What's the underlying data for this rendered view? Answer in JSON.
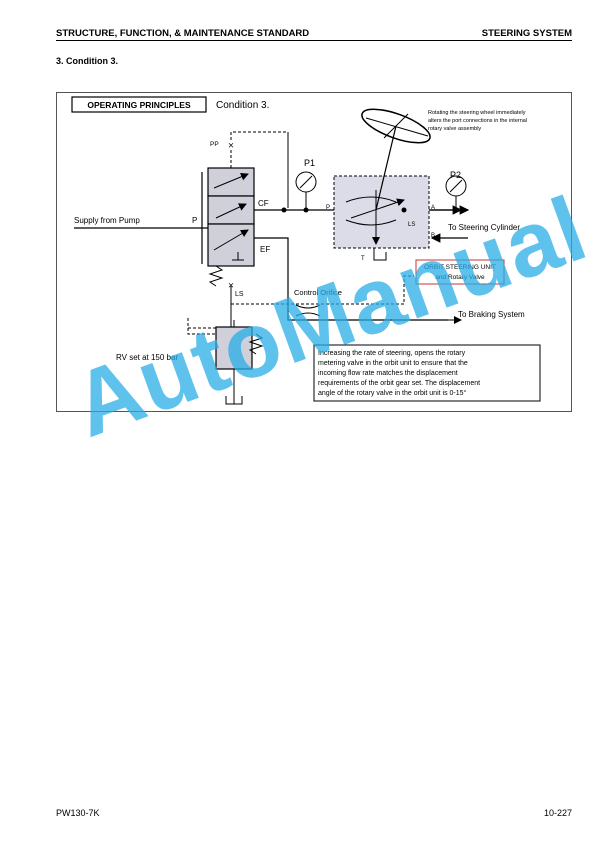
{
  "header": {
    "left": "STRUCTURE, FUNCTION, & MAINTENANCE STANDARD",
    "right": "STEERING SYSTEM"
  },
  "section_title": "3. Condition 3.",
  "figure": {
    "badge": "OPERATING PRINCIPLES",
    "condition": "Condition 3.",
    "labels": {
      "pp": "PP",
      "p1": "P1",
      "p2": "P2",
      "cf": "CF",
      "ef": "EF",
      "ls": "LS",
      "p": "P",
      "supply": "Supply from Pump",
      "control_orifice": "Control Orifice",
      "rv": "RV set at 150 bar",
      "to_steering": "To Steering Cylinder",
      "to_braking": "To Braking System",
      "port_p": "P",
      "port_a": "A",
      "port_b": "B",
      "port_t": "T",
      "port_ls": "LS"
    },
    "wheel_note": [
      "Rotating the steering wheel immediately",
      "alters the port connections in the internal",
      "rotary valve assembly"
    ],
    "orbit_box": [
      "ORBIT STEERING UNIT",
      "and Rotary Valve"
    ],
    "explanation": [
      "Increasing the rate of steering, opens the rotary",
      "metering valve in the orbit unit to ensure that the",
      "incoming flow rate matches the displacement",
      "requirements of the orbit gear set.  The displacement",
      "angle of the rotary valve in the orbit unit is 0-15°"
    ]
  },
  "footer": {
    "left": "PW130-7K",
    "right": "10-227"
  },
  "watermark": "AutoManual",
  "colors": {
    "watermark": "#29aee8",
    "orbit_border": "#cc3333",
    "valve_fill": "#c8c8d4"
  }
}
